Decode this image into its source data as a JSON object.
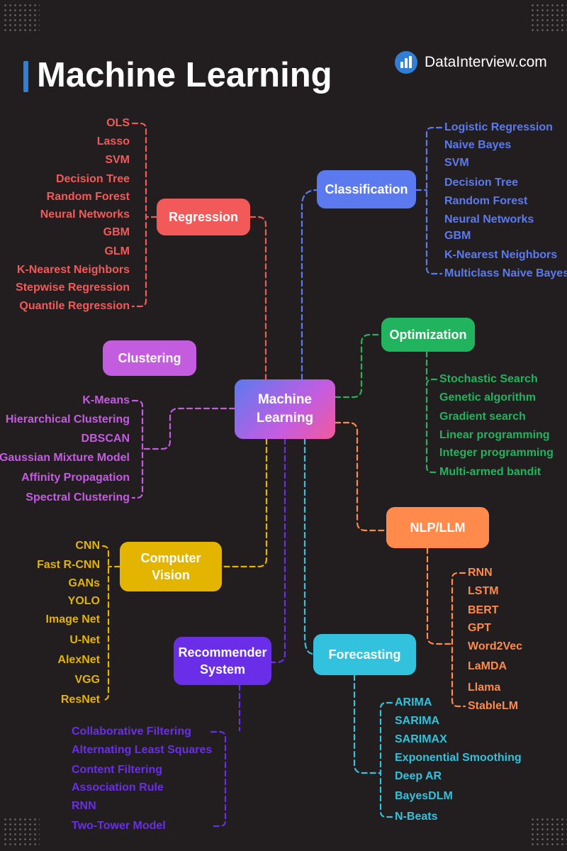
{
  "title": "Machine Learning",
  "brand": {
    "name": "DataInterview.com",
    "icon": "bar-chart-logo-icon"
  },
  "colors": {
    "background": "#221e1f",
    "regression": "#f25a5a",
    "classification": "#5b7af0",
    "optimization": "#22b35e",
    "clustering": "#c45ce0",
    "nlp": "#ff8a4c",
    "vision": "#e3b400",
    "forecasting": "#33c2dd",
    "recommender": "#6a2ee8"
  },
  "center": {
    "label": "Machine\nLearning"
  },
  "branches": {
    "regression": {
      "label": "Regression",
      "items": [
        "OLS",
        "Lasso",
        "SVM",
        "Decision Tree",
        "Random Forest",
        "Neural Networks",
        "GBM",
        "GLM",
        "K-Nearest Neighbors",
        "Stepwise Regression",
        "Quantile Regression"
      ]
    },
    "classification": {
      "label": "Classification",
      "items": [
        "Logistic Regression",
        "Naive Bayes",
        "SVM",
        "Decision Tree",
        "Random Forest",
        "Neural Networks",
        "GBM",
        "K-Nearest Neighbors",
        "Multiclass Naive Bayes"
      ]
    },
    "optimization": {
      "label": "Optimization",
      "items": [
        "Stochastic Search",
        "Genetic algorithm",
        "Gradient search",
        "Linear programming",
        "Integer programming",
        "Multi-armed bandit"
      ]
    },
    "clustering": {
      "label": "Clustering",
      "items": [
        "K-Means",
        "Hierarchical Clustering",
        "DBSCAN",
        "Gaussian Mixture Model",
        "Affinity Propagation",
        "Spectral Clustering"
      ]
    },
    "nlp": {
      "label": "NLP/LLM",
      "items": [
        "RNN",
        "LSTM",
        "BERT",
        "GPT",
        "Word2Vec",
        "LaMDA",
        "Llama",
        "StableLM"
      ]
    },
    "vision": {
      "label": "Computer\nVision",
      "items": [
        "CNN",
        "Fast R-CNN",
        "GANs",
        "YOLO",
        "Image Net",
        "U-Net",
        "AlexNet",
        "VGG",
        "ResNet"
      ]
    },
    "forecasting": {
      "label": "Forecasting",
      "items": [
        "ARIMA",
        "SARIMA",
        "SARIMAX",
        "Exponential Smoothing",
        "Deep AR",
        "BayesDLM",
        "N-Beats"
      ]
    },
    "recommender": {
      "label": "Recommender\nSystem",
      "items": [
        "Collaborative Filtering",
        "Alternating Least Squares",
        "Content Filtering",
        "Association Rule",
        "RNN",
        "Two-Tower Model"
      ]
    }
  }
}
